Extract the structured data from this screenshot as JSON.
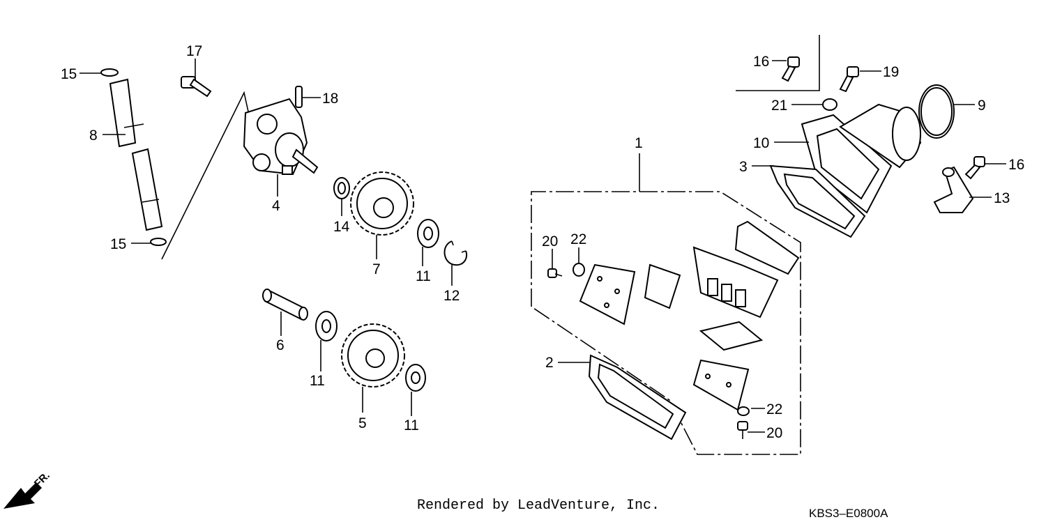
{
  "callouts": {
    "c1": "1",
    "c2": "2",
    "c3": "3",
    "c4": "4",
    "c5": "5",
    "c6": "6",
    "c7": "7",
    "c8": "8",
    "c9": "9",
    "c10": "10",
    "c11a": "11",
    "c11b": "11",
    "c11c": "11",
    "c12": "12",
    "c13": "13",
    "c14": "14",
    "c15a": "15",
    "c15b": "15",
    "c16a": "16",
    "c16b": "16",
    "c17": "17",
    "c18": "18",
    "c19": "19",
    "c20a": "20",
    "c20b": "20",
    "c21": "21",
    "c22a": "22",
    "c22b": "22"
  },
  "front_marker": "FR.",
  "footer": {
    "credit": "Rendered by LeadVenture, Inc.",
    "code": "KBS3–E0800A"
  }
}
